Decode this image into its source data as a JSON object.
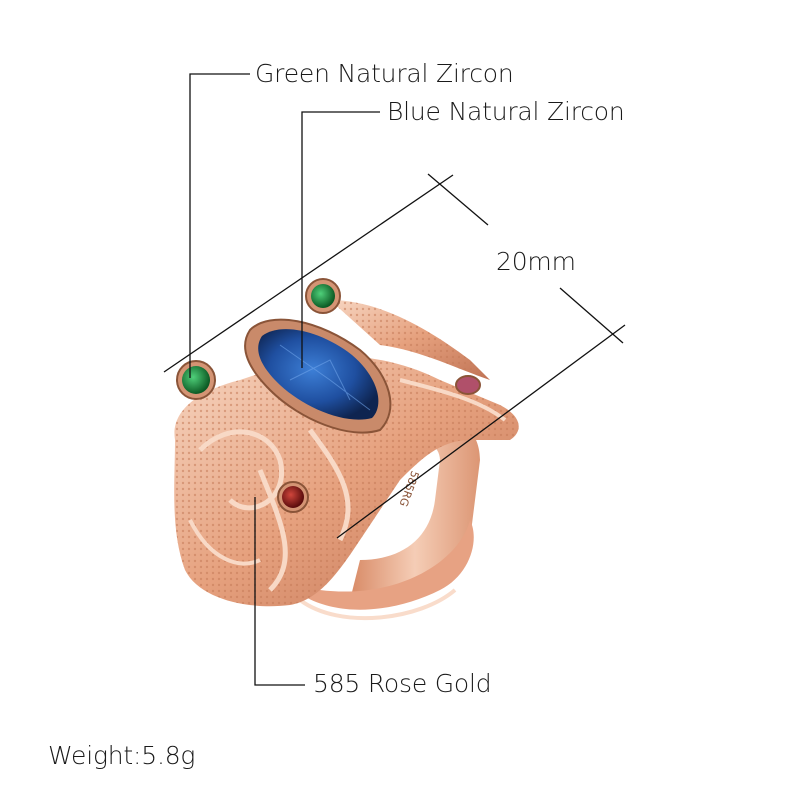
{
  "annotations": {
    "green_stone": "Green Natural Zircon",
    "blue_stone": "Blue Natural Zircon",
    "dimension": "20mm",
    "metal": "585 Rose Gold",
    "weight": "Weight:5.8g"
  },
  "ring": {
    "stamp": "585RG",
    "colors": {
      "rose_gold": "#e8a987",
      "rose_gold_light": "#f6d2bd",
      "rose_gold_dark": "#b86a4a",
      "blue_stone": "#1f4fa0",
      "green_stone": "#1a8a3c",
      "red_stone": "#8c1f1f",
      "pink_stone": "#b0506a"
    }
  }
}
